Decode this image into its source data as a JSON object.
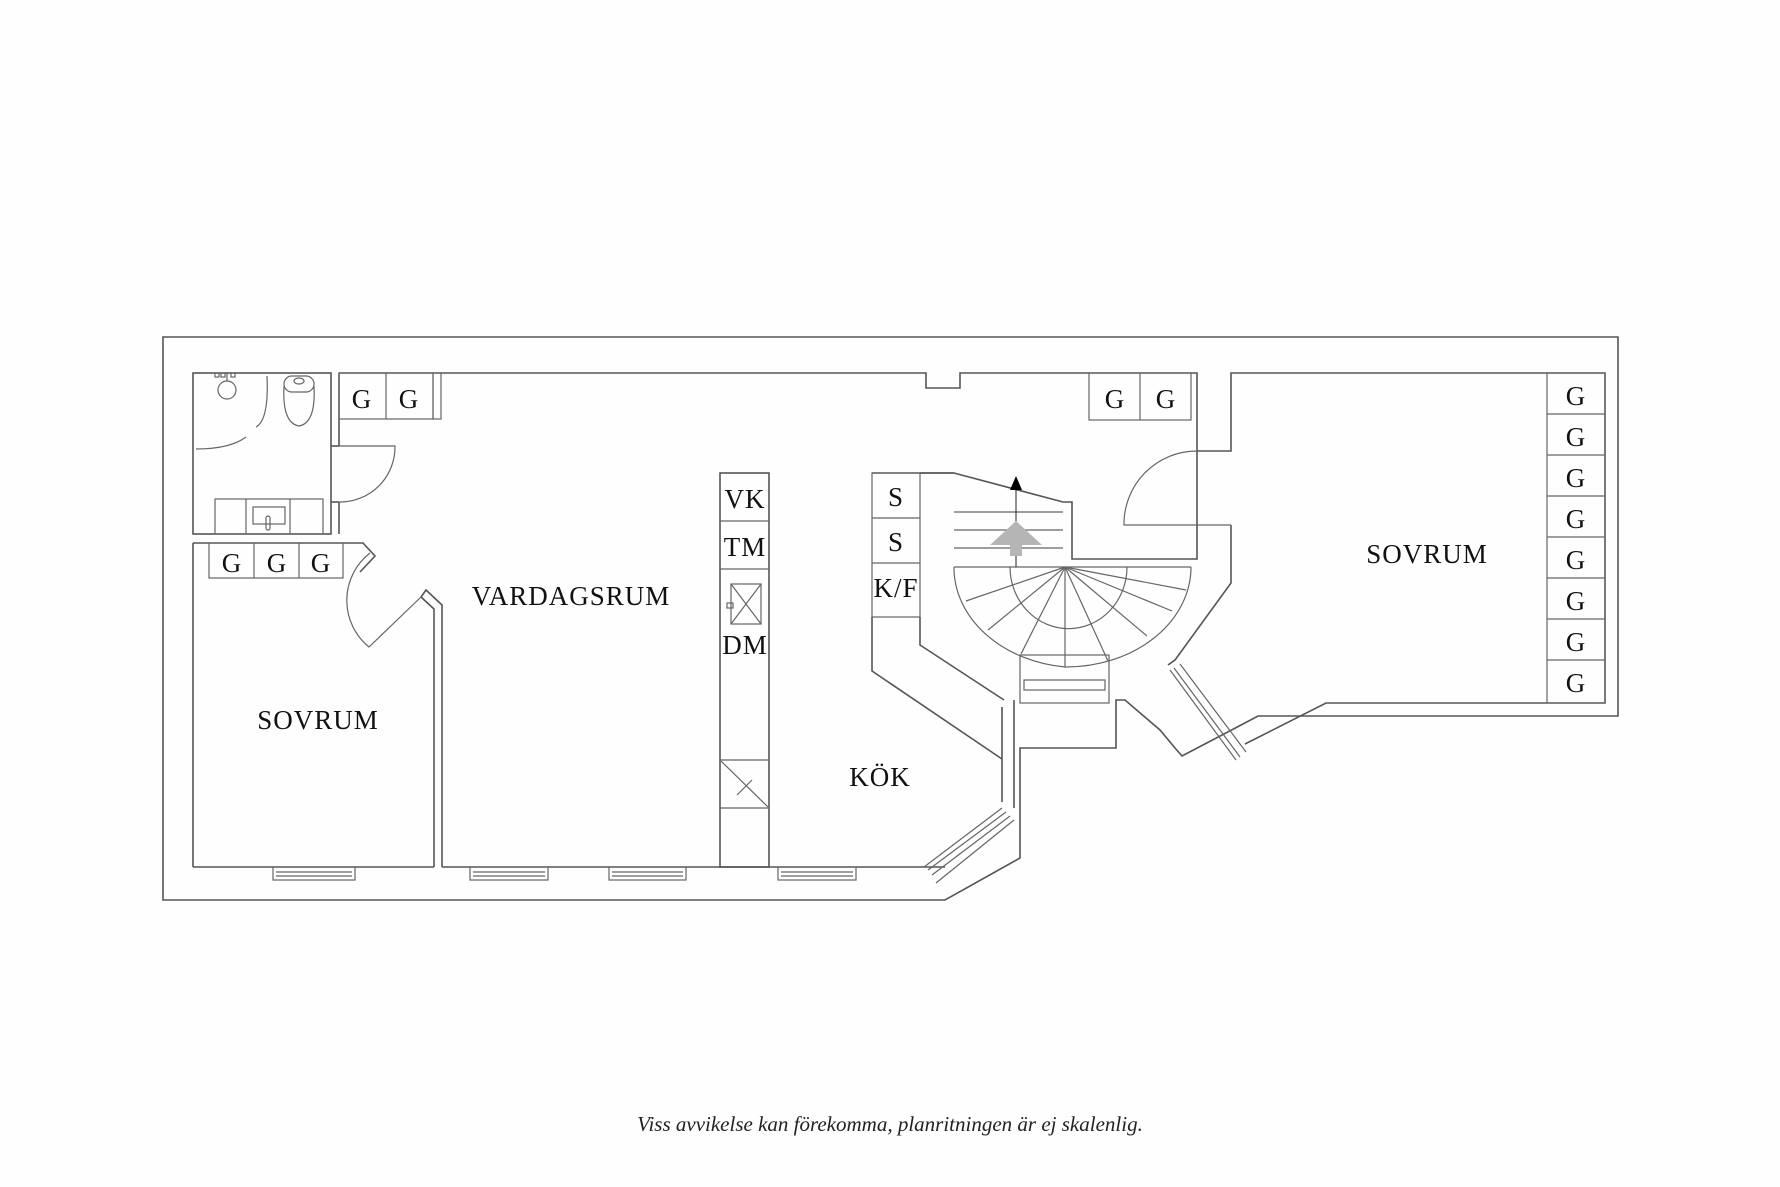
{
  "plan": {
    "rooms": {
      "bedroom_left": "SOVRUM",
      "living_room": "VARDAGSRUM",
      "kitchen": "KÖK",
      "bedroom_right": "SOVRUM"
    },
    "closet_label": "G",
    "closets_top_left": [
      "G",
      "G"
    ],
    "closets_bath_below": [
      "G",
      "G",
      "G"
    ],
    "closets_top_center": [
      "G",
      "G"
    ],
    "closets_right_column": [
      "G",
      "G",
      "G",
      "G",
      "G",
      "G",
      "G",
      "G"
    ],
    "kitchen_column": [
      "VK",
      "TM",
      "DM"
    ],
    "kitchen_side": [
      "S",
      "S",
      "K/F"
    ],
    "icons": {
      "stair_arrow": "stair-direction-arrow",
      "stove": "stove-symbol",
      "sink": "sink-symbol",
      "toilet": "toilet-symbol",
      "shower": "shower-symbol"
    },
    "line_color": "#555555",
    "arrow_gray": "#b5b5b5"
  },
  "footer": {
    "disclaimer": "Viss avvikelse kan förekomma, planritningen är ej skalenlig."
  }
}
